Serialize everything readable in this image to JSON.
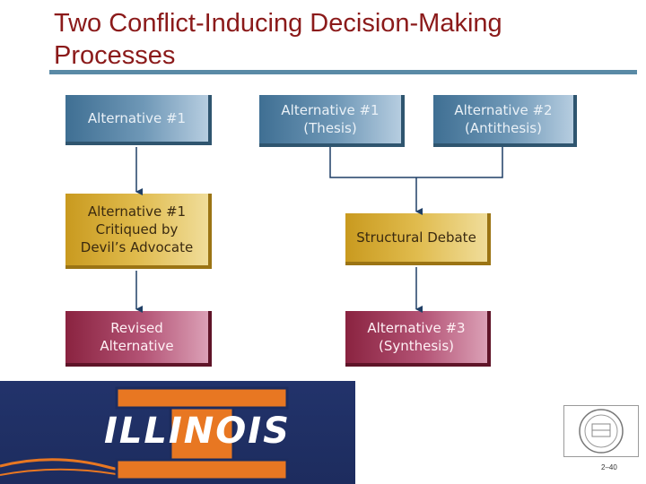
{
  "title": "Two Conflict-Inducing Decision-Making Processes",
  "boxes": {
    "alt1_left": "Alternative #1",
    "critique": "Alternative #1\nCritiqued by\nDevil’s Advocate",
    "revised": "Revised\nAlternative",
    "thesis": "Alternative #1\n(Thesis)",
    "antithesis": "Alternative #2\n(Antithesis)",
    "debate": "Structural Debate",
    "synthesis": "Alternative #3\n(Synthesis)"
  },
  "logo": {
    "text": "ILLINOIS"
  },
  "slide_number": "2–40",
  "colors": {
    "blue": "#4f7fa3",
    "gold": "#d8ac35",
    "maroon": "#9e3858",
    "title": "#8b1a1a",
    "arrow": "#1f3f66"
  }
}
